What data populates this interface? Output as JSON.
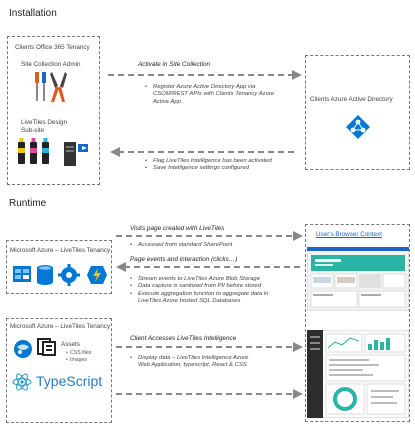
{
  "installation": {
    "title": "Installation",
    "o365_tenancy": "Clients Office 365 Tenancy",
    "site_admin": "Site Collection Admin",
    "design_subsite_1": "LiveTiles Design",
    "design_subsite_2": "Sub-site",
    "azure_ad": "Clients Azure Active Directory",
    "activate": "Activate in Site Collection",
    "register_bullets": [
      "Register Azure Active Directory App via",
      "CSOM/REST APIs with Clients Tenancy Azure",
      "Active App"
    ],
    "back_bullets": [
      "Flag LiveTiles Intelligence has been activated",
      "Save Intelligence settings configured"
    ]
  },
  "runtime": {
    "title": "Runtime",
    "azure_tenancy_1": "Microsoft Azure – LiveTiles Tenancy",
    "azure_tenancy_2": "Microsoft Azure – LiveTiles Tenancy",
    "browser_context": "User's Browser Context",
    "visits": "Visits page created with LiveTiles",
    "visits_bullets": [
      "Accessed from standard SharePoint"
    ],
    "page_events": "Page events and interaction (clicks…)",
    "events_bullets": [
      "Stream events to LiveTiles Azure Blob Storage",
      "Data capture is sanitized from PII before stored",
      "Execute aggregation function to aggregate data in",
      "LiveTiles Azure hosted SQL Databases"
    ],
    "client_access": "Client Accesses LiveTiles Intelligence",
    "access_bullets": [
      "Display data – LiveTiles Intelligence Azure",
      "Web Application, typescript, React & CSS"
    ],
    "assets": "Assets",
    "asset_items": [
      "CSS files",
      "Images"
    ],
    "typescript": "TypeScript"
  },
  "colors": {
    "azure_blue": "#0078d4",
    "teal": "#2ab4a5",
    "dash": "#888888"
  }
}
